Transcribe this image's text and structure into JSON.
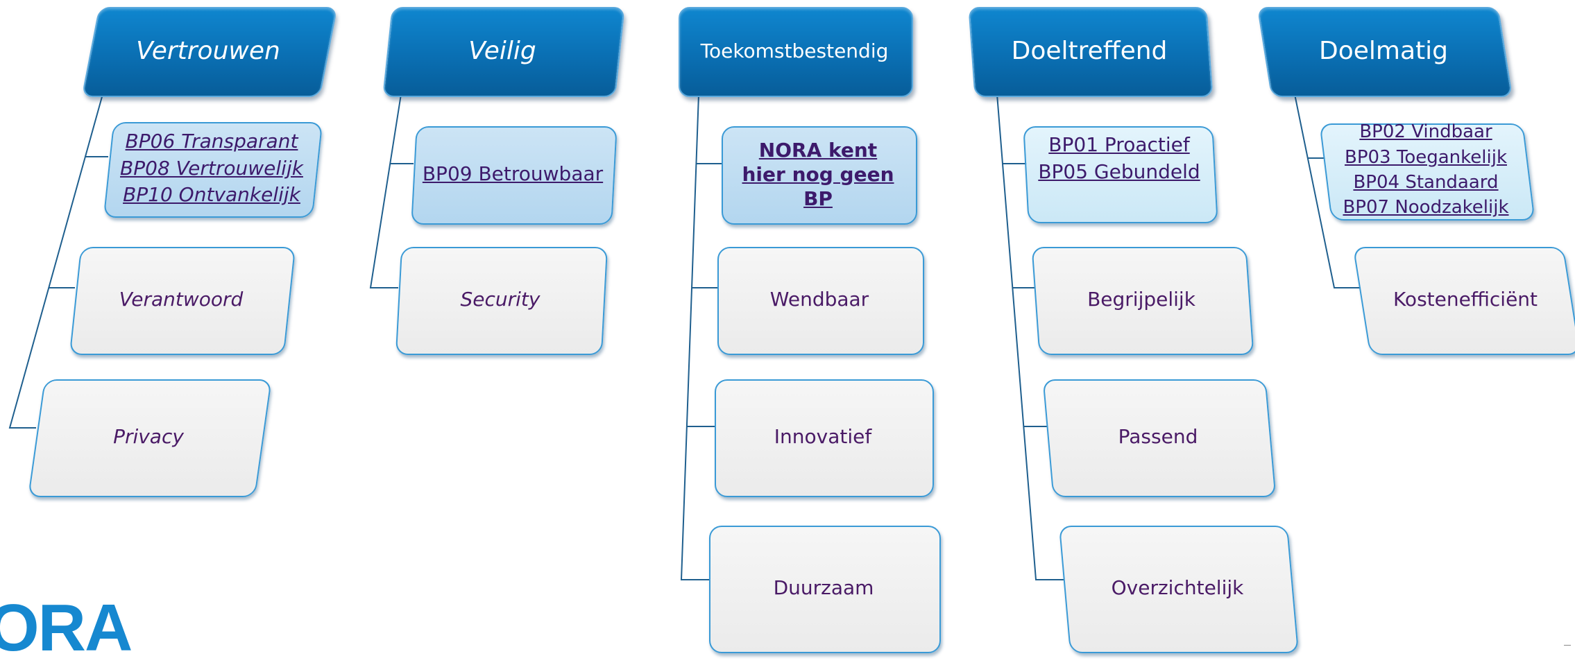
{
  "columns": [
    {
      "id": "vertrouwen",
      "header": "Vertrouwen",
      "principles": [
        "BP06 Transparant",
        "BP08 Vertrouwelijk",
        "BP10 Ontvankelijk"
      ],
      "children": [
        "Verantwoord",
        "Privacy"
      ]
    },
    {
      "id": "veilig",
      "header": "Veilig",
      "principles": [
        "BP09 Betrouwbaar"
      ],
      "children": [
        "Security"
      ]
    },
    {
      "id": "toekomstbestendig",
      "header": "Toekomstbestendig",
      "principles": [
        "NORA kent hier nog geen BP"
      ],
      "children": [
        "Wendbaar",
        "Innovatief",
        "Duurzaam"
      ]
    },
    {
      "id": "doeltreffend",
      "header": "Doeltreffend",
      "principles": [
        "BP01 Proactief",
        "BP05 Gebundeld"
      ],
      "children": [
        "Begrijpelijk",
        "Passend",
        "Overzichtelijk"
      ]
    },
    {
      "id": "doelmatig",
      "header": "Doelmatig",
      "principles": [
        "BP02 Vindbaar",
        "BP03 Toegankelijk",
        "BP04 Standaard",
        "BP07 Noodzakelijk"
      ],
      "children": [
        "Kostenefficiënt"
      ]
    }
  ],
  "logo": "ORA",
  "colors": {
    "header": "#0a6fb3",
    "connector": "#1f5f8e",
    "text": "#4a1a66",
    "logo": "#1688d0"
  }
}
